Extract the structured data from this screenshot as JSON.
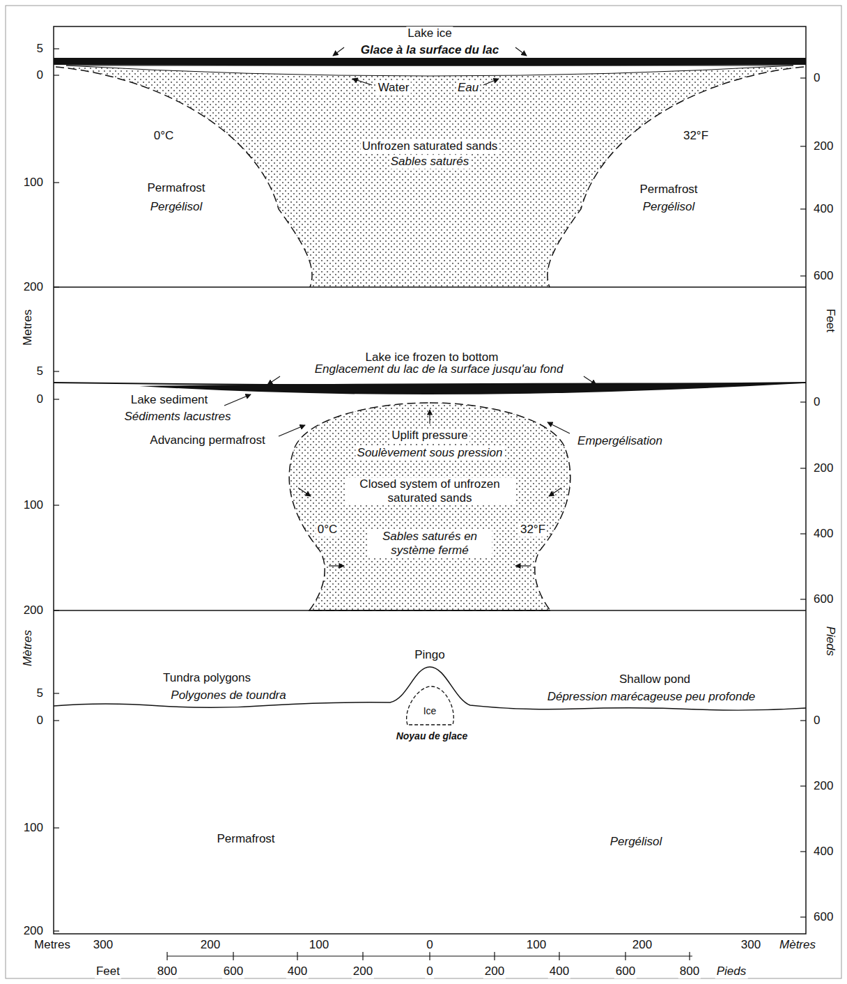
{
  "diagram": {
    "labels": [
      "Lake ice",
      "Glace à la surface du lac",
      "Water",
      "Eau",
      "0°C",
      "32°F",
      "Unfrozen saturated sands",
      "Sables saturés",
      "Permafrost",
      "Pergélisol",
      "Permafrost",
      "Pergélisol",
      "Lake ice frozen to bottom",
      "Englacement du lac de la surface jusqu'au fond",
      "Lake sediment",
      "Sédiments lacustres",
      "Advancing permafrost",
      "Uplift pressure",
      "Soulèvement sous pression",
      "Empergélisation",
      "Closed system of unfrozen saturated sands",
      "0°C",
      "32°F",
      "Sables saturés en système fermé",
      "Pingo",
      "Tundra polygons",
      "Polygones de toundra",
      "Shallow pond",
      "Dépression marécageuse peu profonde",
      "Ice",
      "Noyau de glace",
      "Permafrost",
      "Pergélisol",
      "Metres",
      "Feet",
      "Mètres",
      "Pieds",
      "5",
      "0",
      "100",
      "200",
      "5",
      "0",
      "100",
      "200",
      "5",
      "0",
      "100",
      "200",
      "0",
      "200",
      "400",
      "600",
      "0",
      "200",
      "400",
      "600",
      "0",
      "200",
      "400",
      "600",
      "Metres",
      "300",
      "200",
      "100",
      "0",
      "100",
      "200",
      "300",
      "Mètres",
      "Feet",
      "800",
      "600",
      "400",
      "200",
      "0",
      "200",
      "400",
      "600",
      "800",
      "Pieds"
    ]
  }
}
